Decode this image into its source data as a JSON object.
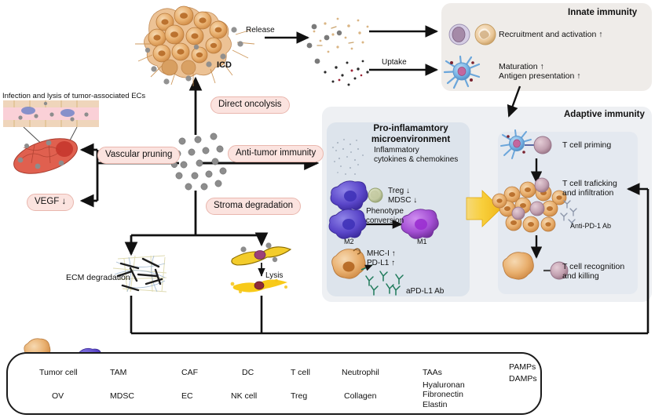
{
  "figure": {
    "title_top_left": "Infection and lysis of tumor-associated ECs",
    "icd_label": "ICD",
    "release_label": "Release",
    "uptake_label": "Uptake",
    "lysis_label": "Lysis",
    "ecm_label": "ECM degradation"
  },
  "callouts": {
    "direct_oncolysis": "Direct oncolysis",
    "vascular_pruning": "Vascular pruning",
    "anti_tumor_immunity": "Anti-tumor immunity",
    "stroma_degradation": "Stroma degradation",
    "vegf": "VEGF ↓"
  },
  "innate": {
    "title": "Innate immunity",
    "line1": "Recruitment and activation ↑",
    "line2a": "Maturation ↑",
    "line2b": "Antigen presentation ↑"
  },
  "pro_inflammatory": {
    "title_line1": "Pro-inflamamtory",
    "title_line2": "microenvironment",
    "cytokines_line1": "Inflammatory",
    "cytokines_line2": "cytokines & chemokines",
    "treg": "Treg ↓",
    "mdsc": "MDSC ↓",
    "phenotype_line1": "Phenotype",
    "phenotype_line2": "conversion",
    "m2": "M2",
    "m1": "M1",
    "mhc": "MHC-I ↑",
    "pdl1": "PD-L1 ↑",
    "apdl1": "aPD-L1 Ab"
  },
  "adaptive": {
    "title": "Adaptive immunity",
    "priming": "T cell priming",
    "trafficking_line1": "T cell traficking",
    "trafficking_line2": "and infiltration",
    "anti_pd1": "Anti-PD-1 Ab",
    "killing_line1": "T cell recognition",
    "killing_line2": "and killing"
  },
  "legend": {
    "row1": [
      {
        "icon": "tumor-cell-icon",
        "label": "Tumor cell"
      },
      {
        "icon": "tam-icon",
        "label": "TAM"
      },
      {
        "icon": "caf-icon",
        "label": "CAF"
      },
      {
        "icon": "dc-icon",
        "label": "DC"
      },
      {
        "icon": "t-cell-icon",
        "label": "T cell"
      },
      {
        "icon": "neutrophil-icon",
        "label": "Neutrophil"
      },
      {
        "icon": "taas-icon",
        "label": "TAAs"
      },
      {
        "icon": "pamps-damps-icon",
        "label": "PAMPs"
      },
      {
        "icon": "pamps-damps-icon",
        "label": "DAMPs"
      }
    ],
    "row2": [
      {
        "icon": "ov-icon",
        "label": "OV"
      },
      {
        "icon": "mdsc-icon",
        "label": "MDSC"
      },
      {
        "icon": "ec-icon",
        "label": "EC"
      },
      {
        "icon": "nk-cell-icon",
        "label": "NK cell"
      },
      {
        "icon": "treg-icon",
        "label": "Treg"
      },
      {
        "icon": "collagen-icon",
        "label": "Collagen"
      },
      {
        "icon": "matrix-icon",
        "label": "Hyaluronan"
      },
      {
        "icon": "matrix-icon",
        "label": "Fibronectin"
      },
      {
        "icon": "matrix-icon",
        "label": "Elastin"
      }
    ]
  },
  "colors": {
    "pink_box_bg": "#fbe3df",
    "pink_box_border": "#e9b7ae",
    "innate_panel": "#efece9",
    "adaptive_outer_panel": "#eef0f3",
    "pro_panel": "#dde4ec",
    "adaptive_inner_panel": "#e4e9f0",
    "arrow_black": "#111111",
    "big_arrow_yellow": "#f5c518",
    "tumor_cell": "#e8a76a",
    "tam_purple": "#5b4fc4",
    "mdsc_blue": "#2c57d0",
    "m1_purple": "#a14fd0",
    "caf_yellow": "#f2c30f",
    "dc_blue": "#7fb7e8",
    "tcell_mauve": "#c3a2b0",
    "treg_green": "#c9cfa8",
    "ec_pink": "#f3bdb2",
    "antibody_green": "#1f7a5a"
  }
}
